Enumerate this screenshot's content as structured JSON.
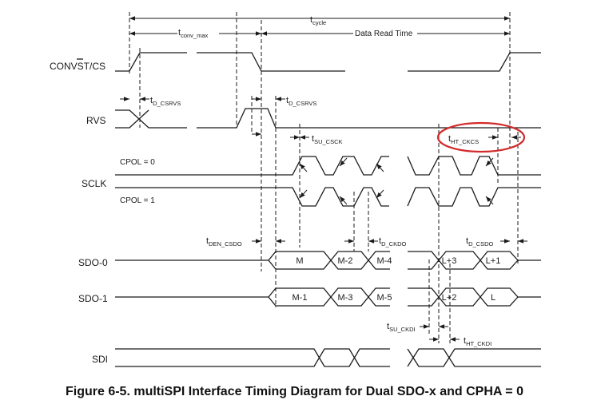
{
  "signals": {
    "convst": "CONVST/CS",
    "rvs": "RVS",
    "sclk": "SCLK",
    "sdo0": "SDO-0",
    "sdo1": "SDO-1",
    "sdi": "SDI"
  },
  "cpol": {
    "zero": "CPOL = 0",
    "one": "CPOL = 1"
  },
  "timing": {
    "t_cycle": {
      "base": "t",
      "sub": "cycle"
    },
    "t_conv_max": {
      "base": "t",
      "sub": "conv_max"
    },
    "data_read_time": "Data Read Time",
    "t_d_csrvs_1": {
      "base": "t",
      "sub": "D_CSRVS"
    },
    "t_d_csrvs_2": {
      "base": "t",
      "sub": "D_CSRVS"
    },
    "t_su_csck": {
      "base": "t",
      "sub": "SU_CSCK"
    },
    "t_ht_ckcs": {
      "base": "t",
      "sub": "HT_CKCS"
    },
    "t_den_csdo": {
      "base": "t",
      "sub": "DEN_CSDO"
    },
    "t_d_ckdo": {
      "base": "t",
      "sub": "D_CKDO"
    },
    "t_d_csdo": {
      "base": "t",
      "sub": "D_CSDO"
    },
    "t_su_ckdi": {
      "base": "t",
      "sub": "SU_CKDI"
    },
    "t_ht_ckdi": {
      "base": "t",
      "sub": "HT_CKDI"
    }
  },
  "sdo0_cells": [
    "M",
    "M-2",
    "M-4",
    "L+3",
    "L+1"
  ],
  "sdo1_cells": [
    "M-1",
    "M-3",
    "M-5",
    "L+2",
    "L"
  ],
  "highlight_color": "#d22b2b",
  "caption": "Figure 6-5. multiSPI Interface Timing Diagram for Dual SDO-x and CPHA = 0"
}
